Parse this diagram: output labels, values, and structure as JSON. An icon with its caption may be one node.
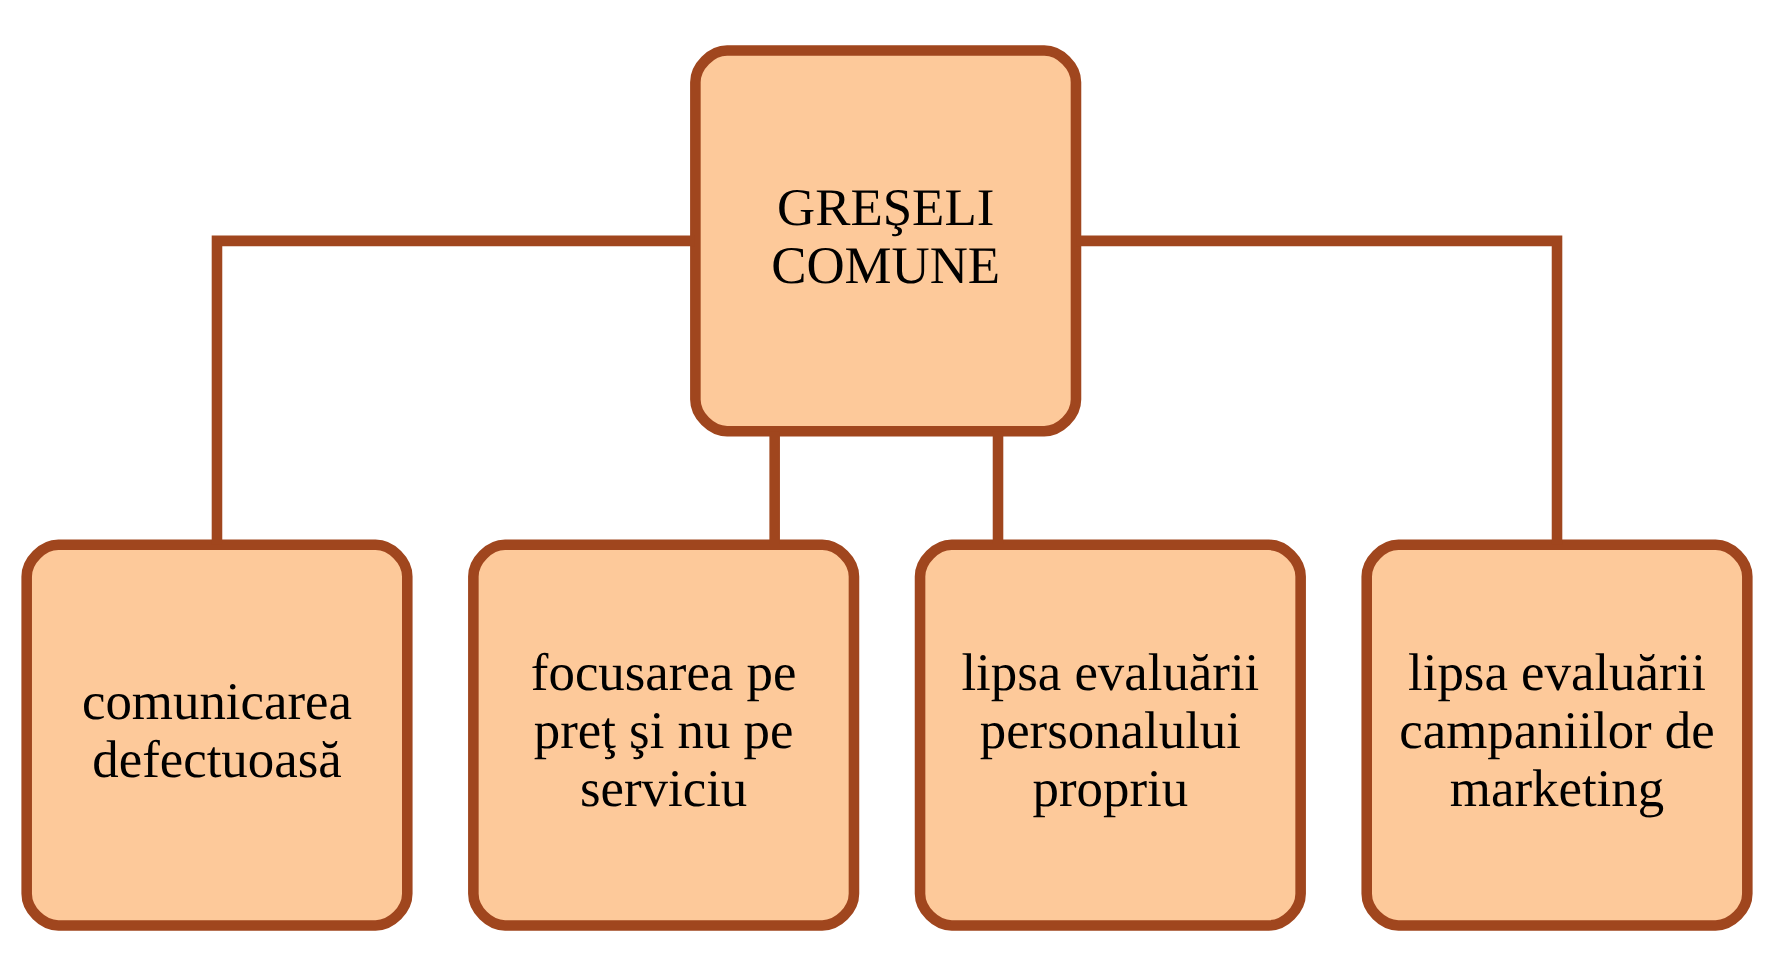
{
  "diagram": {
    "nodes": [
      {
        "text": [
          "GREŞELI COMUNE"
        ]
      },
      {
        "text": [
          "comunicarea defectuoasă"
        ]
      },
      {
        "text": [
          "focusarea pe preţ şi nu pe serviciu"
        ]
      },
      {
        "text": [
          "lipsa evaluării personalului propriu"
        ]
      },
      {
        "text": [
          "lipsa evaluării campaniilor de marketing"
        ]
      }
    ],
    "edges": [
      {
        "from": 0,
        "to": 1,
        "arrow": "none"
      },
      {
        "from": 0,
        "to": 2,
        "arrow": "none"
      },
      {
        "from": 0,
        "to": 3,
        "arrow": "none"
      },
      {
        "from": 0,
        "to": 4,
        "arrow": "none"
      }
    ]
  }
}
